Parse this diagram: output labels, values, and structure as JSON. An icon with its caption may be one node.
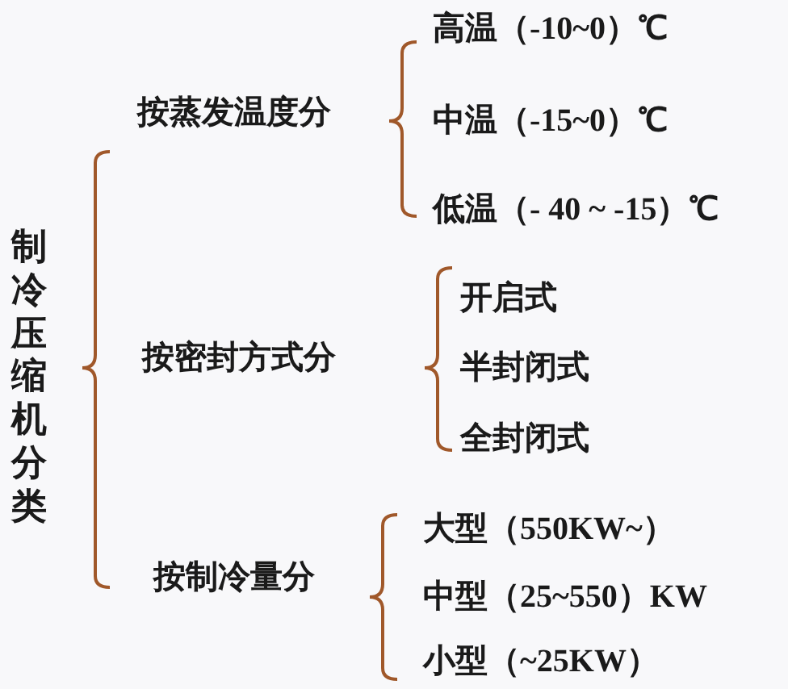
{
  "diagram": {
    "nodes": [
      {
        "text": [
          "制冷压缩机分类"
        ]
      },
      {
        "text": [
          "按蒸发温度分"
        ]
      },
      {
        "text": [
          "按密封方式分"
        ]
      },
      {
        "text": [
          "按制冷量分"
        ]
      },
      {
        "text": [
          "高温（-10~0）℃"
        ]
      },
      {
        "text": [
          "中温（-15~0）℃"
        ]
      },
      {
        "text": [
          "低温（- 40 ~ -15）℃"
        ]
      },
      {
        "text": [
          "开启式"
        ]
      },
      {
        "text": [
          "半封闭式"
        ]
      },
      {
        "text": [
          "全封闭式"
        ]
      },
      {
        "text": [
          "大型（550KW~）"
        ]
      },
      {
        "text": [
          "中型（25~550）KW"
        ]
      },
      {
        "text": [
          "小型（~25KW）"
        ]
      }
    ]
  }
}
